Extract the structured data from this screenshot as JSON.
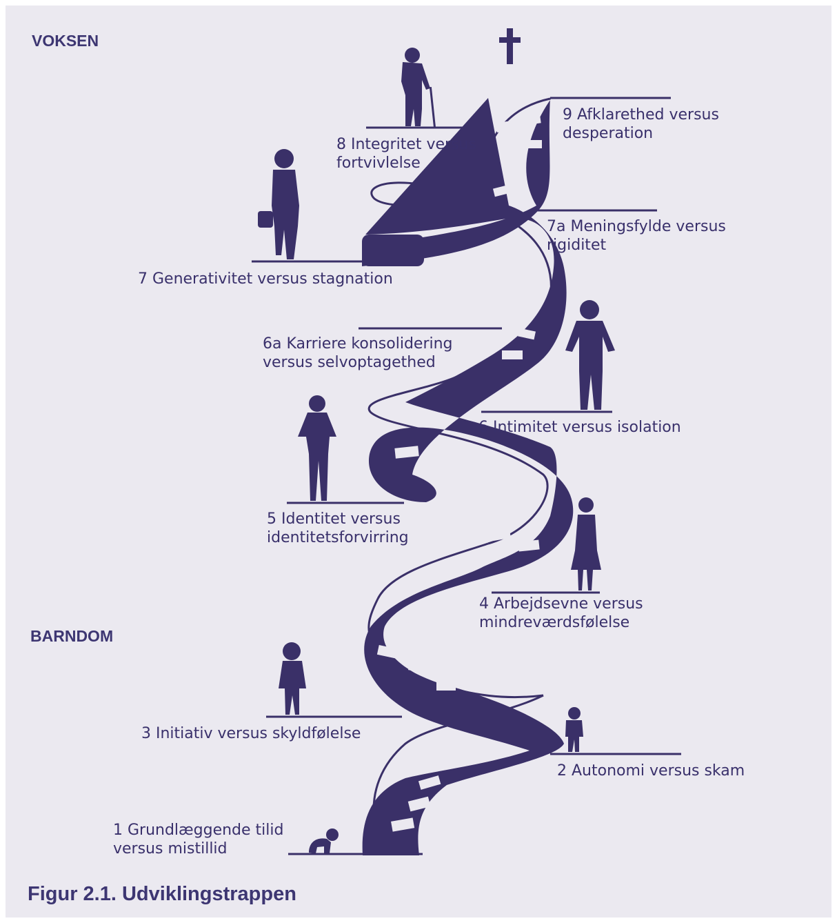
{
  "zones": {
    "adult": "VOKSEN",
    "childhood": "BARNDOM"
  },
  "stages": {
    "s1": {
      "line1": "1 Grundlæggende tilid",
      "line2": "versus mistillid"
    },
    "s2": {
      "line1": "2 Autonomi versus skam"
    },
    "s3": {
      "line1": "3 Initiativ versus skyldfølelse"
    },
    "s4": {
      "line1": "4 Arbejdsevne versus",
      "line2": "mindreværdsfølelse"
    },
    "s5": {
      "line1": "5 Identitet versus",
      "line2": "identitetsforvirring"
    },
    "s6": {
      "line1": "6 Intimitet versus isolation"
    },
    "s6a": {
      "line1": "6a Karriere konsolidering",
      "line2": "versus selvoptagethed"
    },
    "s7": {
      "line1": "7 Generativitet versus stagnation"
    },
    "s7a": {
      "line1": "7a Meningsfylde versus",
      "line2": "rigiditet"
    },
    "s8": {
      "line1": "8 Integritet versus",
      "line2": "fortvivlelse"
    },
    "s9": {
      "line1": "9 Afklarethed versus",
      "line2": "desperation"
    }
  },
  "caption": "Figur 2.1. Udviklingstrappen",
  "colors": {
    "ink": "#3a3068",
    "background": "#ebe9f0",
    "step": "#ebe9f0"
  }
}
